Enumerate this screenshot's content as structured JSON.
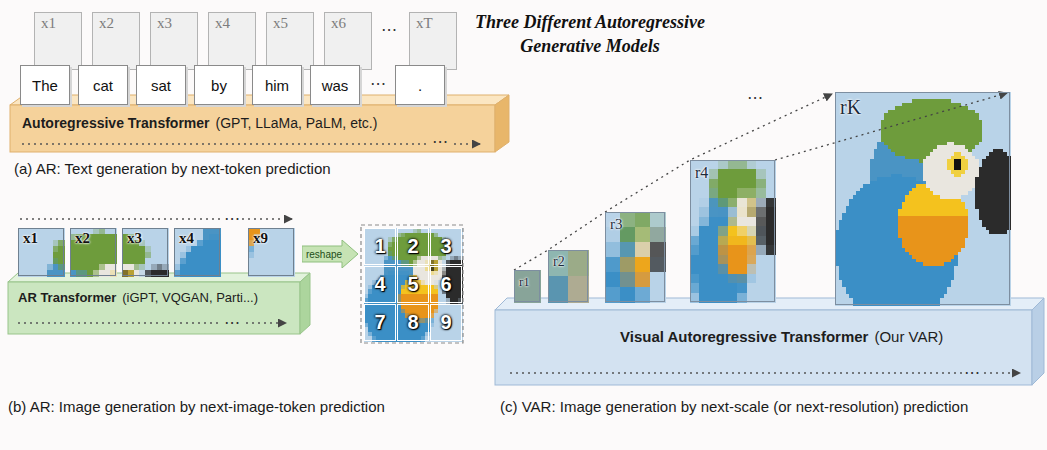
{
  "diagram": {
    "title": "Three Different Autoregressive Generative Models",
    "nodes": [
      {
        "text": [
          "x1",
          "The"
        ]
      },
      {
        "text": [
          "x2",
          "cat"
        ]
      },
      {
        "text": [
          "x3",
          "sat"
        ]
      },
      {
        "text": [
          "x4",
          "by"
        ]
      },
      {
        "text": [
          "x5",
          "him"
        ]
      },
      {
        "text": [
          "x6",
          "was"
        ]
      },
      {
        "text": [
          "xT",
          "."
        ]
      },
      {
        "text": [
          "Autoregressive Transformer",
          "(GPT, LLaMa, PaLM, etc.)"
        ]
      },
      {
        "text": [
          "x1"
        ]
      },
      {
        "text": [
          "x2"
        ]
      },
      {
        "text": [
          "x3"
        ]
      },
      {
        "text": [
          "x4"
        ]
      },
      {
        "text": [
          "x9"
        ]
      },
      {
        "text": [
          "reshape"
        ]
      },
      {
        "text": [
          "1"
        ]
      },
      {
        "text": [
          "2"
        ]
      },
      {
        "text": [
          "3"
        ]
      },
      {
        "text": [
          "4"
        ]
      },
      {
        "text": [
          "5"
        ]
      },
      {
        "text": [
          "6"
        ]
      },
      {
        "text": [
          "7"
        ]
      },
      {
        "text": [
          "8"
        ]
      },
      {
        "text": [
          "9"
        ]
      },
      {
        "text": [
          "AR Transformer",
          "(iGPT, VQGAN, Parti...)"
        ]
      },
      {
        "text": [
          "r1"
        ]
      },
      {
        "text": [
          "r2"
        ]
      },
      {
        "text": [
          "r3"
        ]
      },
      {
        "text": [
          "r4"
        ]
      },
      {
        "text": [
          "rK"
        ]
      },
      {
        "text": [
          "Visual Autoregressive Transformer",
          "(Our VAR)"
        ]
      }
    ],
    "labels": [
      "⋯",
      "⋯",
      "⋯",
      "(a) AR: Text generation by next-token prediction",
      "⋯",
      "⋯",
      "(b) AR: Image generation by next-image-token prediction",
      "⋯",
      "⋯",
      "(c) VAR: Image generation by next-scale (or next-resolution) prediction"
    ]
  }
}
